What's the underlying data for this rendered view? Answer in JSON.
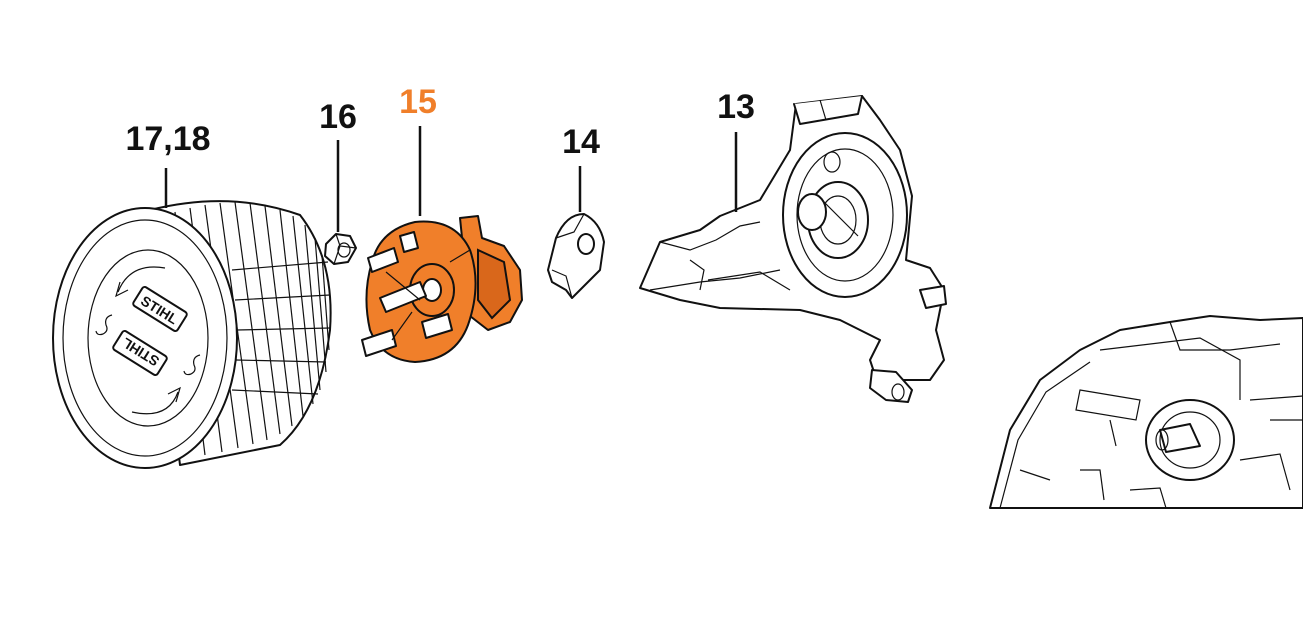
{
  "callouts": [
    {
      "id": "part-17-18",
      "label": "17,18",
      "highlighted": false
    },
    {
      "id": "part-16",
      "label": "16",
      "highlighted": false
    },
    {
      "id": "part-15",
      "label": "15",
      "highlighted": true
    },
    {
      "id": "part-14",
      "label": "14",
      "highlighted": false
    },
    {
      "id": "part-13",
      "label": "13",
      "highlighted": false
    }
  ],
  "logo_text": "STIHL",
  "colors": {
    "highlight": "#f07f2a",
    "line": "#111111",
    "background": "#ffffff"
  }
}
